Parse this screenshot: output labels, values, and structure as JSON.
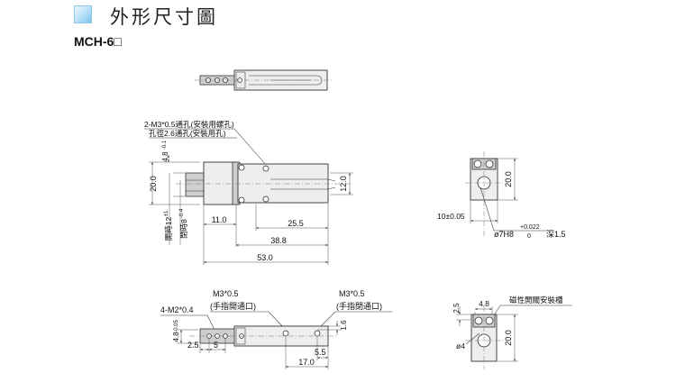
{
  "header": {
    "title": "外形尺寸圖",
    "model": "MCH-6□",
    "icon": "square-bullet-icon"
  },
  "side_view": {
    "note_line1": "2-M3*0.5通孔(安裝用螺孔)",
    "note_line2": "孔徑2.6通孔(安裝用孔)",
    "dim_height": "20.0",
    "dim_jaw_height": "12.0",
    "dim_top_offset": "4.8",
    "dim_top_offset_tol": "-0.1",
    "dim_open": "開時12",
    "dim_open_tol": "±1",
    "dim_close": "閉時8",
    "dim_close_tol": "-0.4",
    "dim_11": "11.0",
    "dim_25": "25.5",
    "dim_38": "38.8",
    "dim_53": "53.0"
  },
  "right_view": {
    "dim_height": "20.0",
    "dim_width": "10±0.05",
    "bore_label": "ø7H8",
    "bore_tol_upper": "+0.022",
    "bore_tol_lower": "0",
    "bore_depth": "深1.5"
  },
  "bottom_view": {
    "port_left_line1": "M3*0.5",
    "port_left_line2": "(手指開通口)",
    "port_right_line1": "M3*0.5",
    "port_right_line2": "(手指閉通口)",
    "screw_label": "4-M2*0.4",
    "dim_48": "4.8",
    "dim_48_tol": "-0.05",
    "dim_25": "2.5",
    "dim_5": "5",
    "dim_16": "1.6",
    "dim_55": "5.5",
    "dim_17": "17.0"
  },
  "sensor_view": {
    "label": "磁性開關安裝槽",
    "dim_25": "2.5",
    "dim_48": "4.8",
    "dim_dia": "ø4",
    "dim_height": "20.0"
  }
}
